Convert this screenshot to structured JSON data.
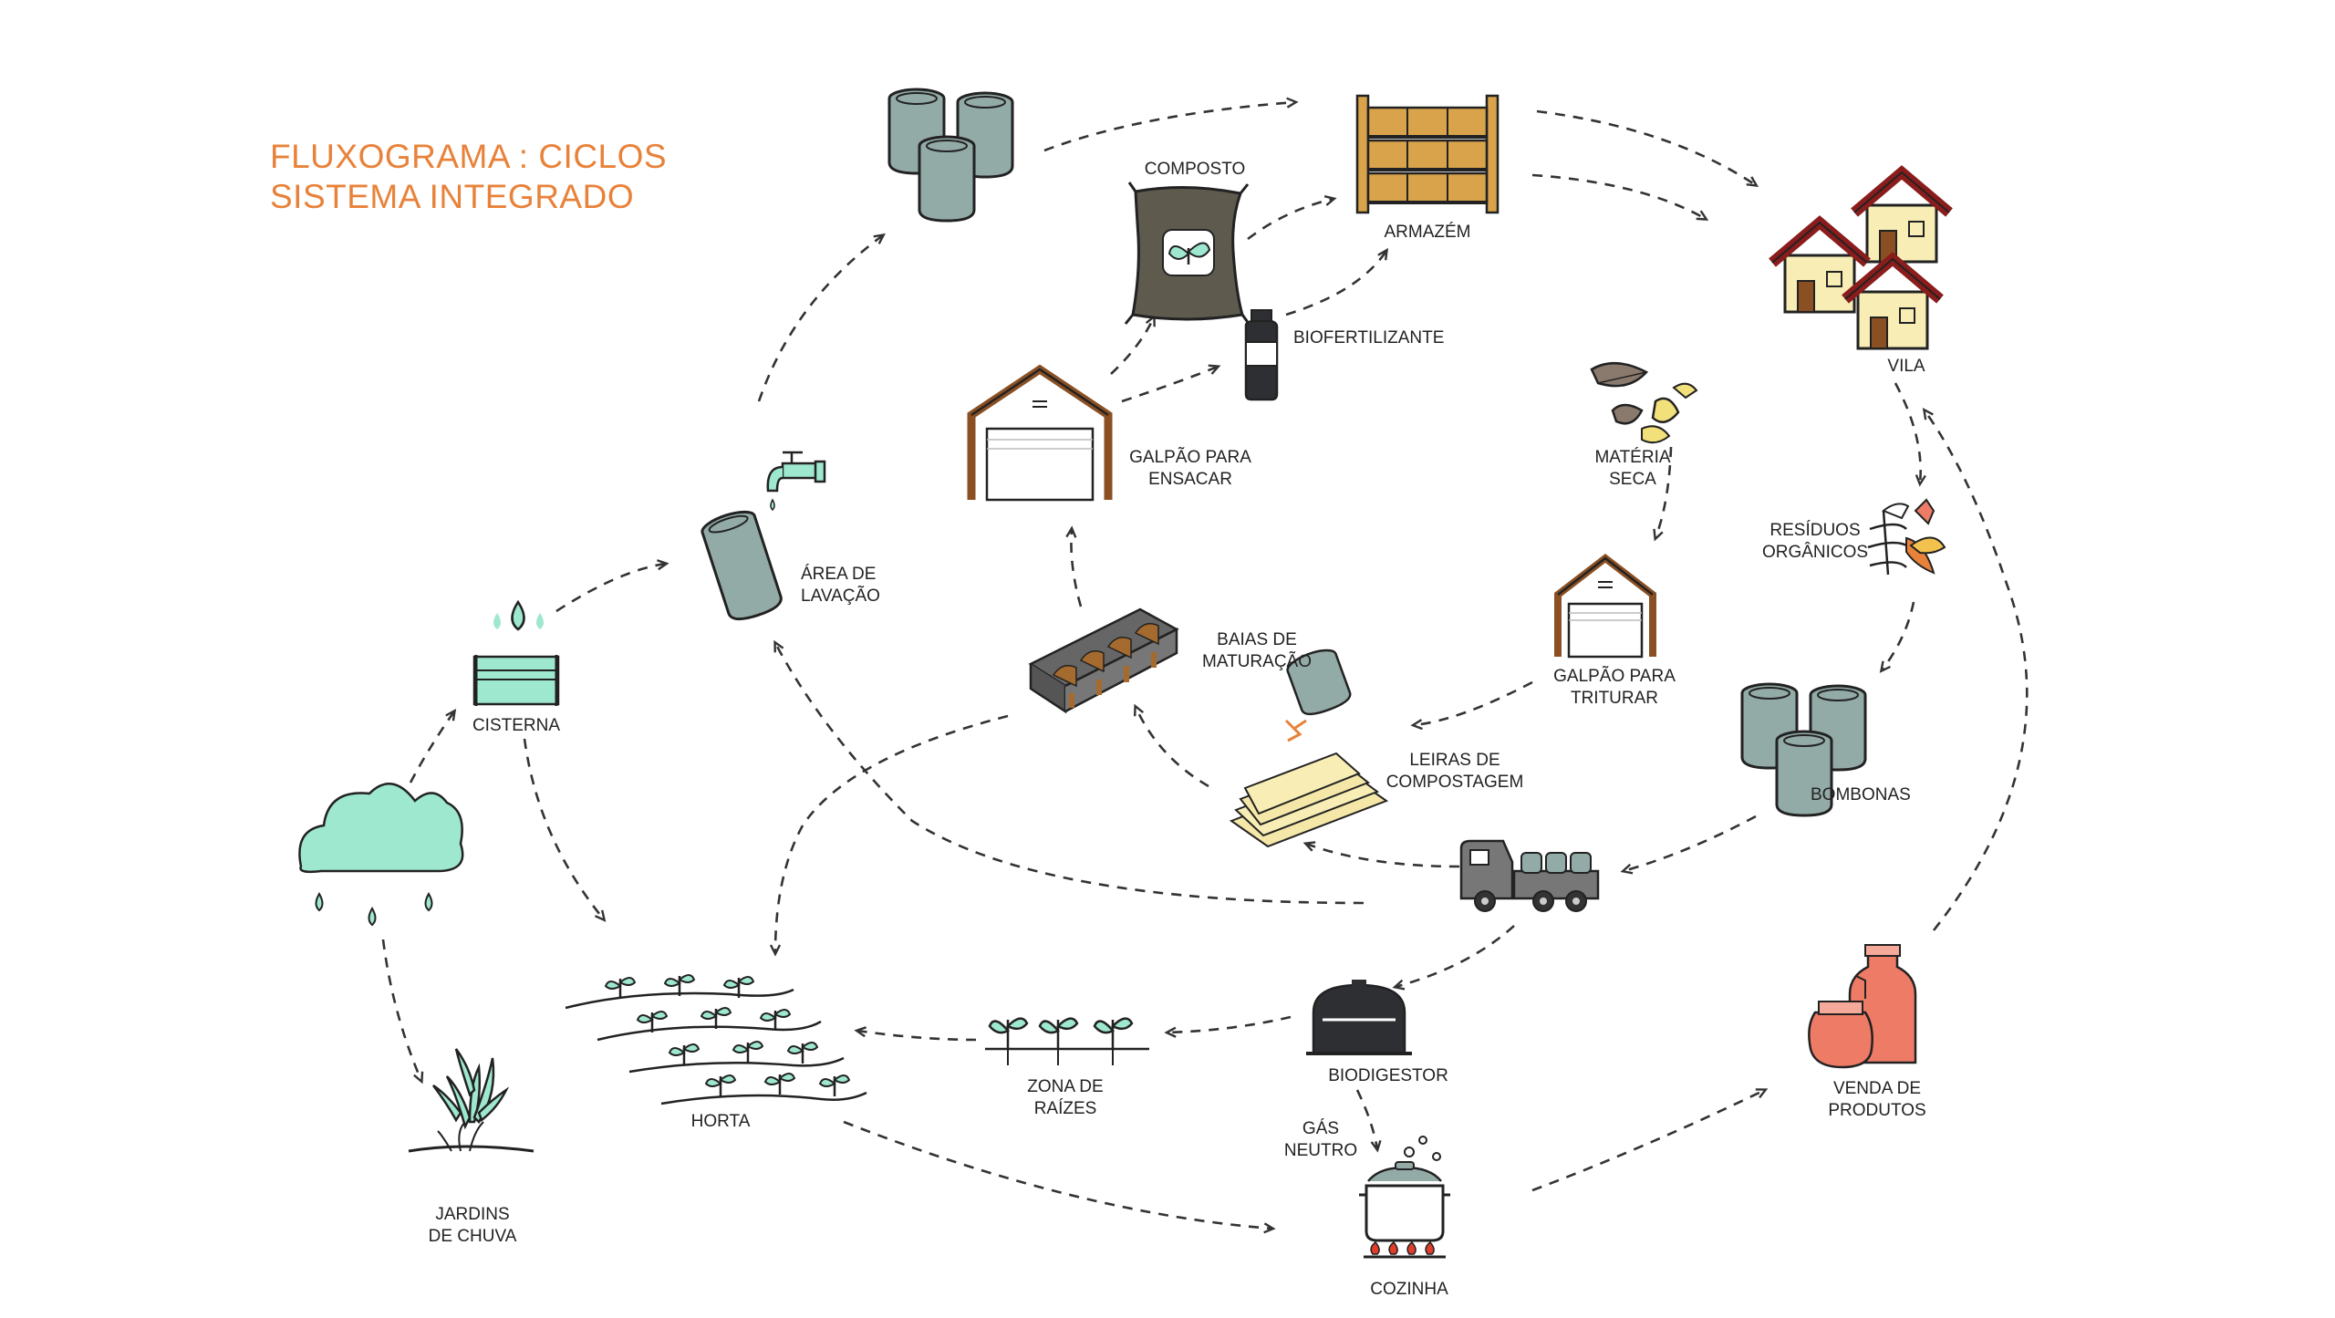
{
  "title": {
    "line1": "FLUXOGRAMA : CICLOS",
    "line2": "SISTEMA INTEGRADO"
  },
  "colors": {
    "title": "#e8823a",
    "water": "#9ee8d0",
    "barrel": "#93aba7",
    "roof": "#8a1c1c",
    "house_wall": "#f7edb5",
    "shed_wood": "#8a4f22",
    "crate": "#d8a34a",
    "product": "#ee7b66",
    "arrow": "#333333"
  },
  "nodes": {
    "composto": "COMPOSTO",
    "armazem": "ARMAZÉM",
    "biofertilizante": "BIOFERTILIZANTE",
    "vila": "VILA",
    "galpao_ensacar": [
      "GALPÃO PARA",
      "ENSACAR"
    ],
    "materia_seca": [
      "MATÉRIA",
      "SECA"
    ],
    "residuos": [
      "RESÍDUOS",
      "ORGÂNICOS"
    ],
    "area_lavacao": [
      "ÁREA DE",
      "LAVAÇÃO"
    ],
    "cisterna": "CISTERNA",
    "baias": [
      "BAIAS DE",
      "MATURAÇÃO"
    ],
    "galpao_triturar": [
      "GALPÃO PARA",
      "TRITURAR"
    ],
    "leiras": [
      "LEIRAS DE",
      "COMPOSTAGEM"
    ],
    "bombonas": "BOMBONAS",
    "horta": "HORTA",
    "zona_raizes": [
      "ZONA DE",
      "RAÍZES"
    ],
    "biodigestor": "BIODIGESTOR",
    "gas_neutro": [
      "GÁS",
      "NEUTRO"
    ],
    "venda": [
      "VENDA DE",
      "PRODUTOS"
    ],
    "jardins": [
      "JARDINS",
      "DE CHUVA"
    ],
    "cozinha": "COZINHA"
  },
  "icons": [
    "barrels-icon",
    "compost-bag-icon",
    "warehouse-shelf-icon",
    "bottle-icon",
    "houses-icon",
    "shed-icon",
    "leaves-icon",
    "organic-waste-icon",
    "faucet-icon",
    "barrel-icon",
    "cistern-icon",
    "rain-cloud-icon",
    "maturation-bays-icon",
    "compost-windrow-icon",
    "truck-icon",
    "sprout-icon",
    "garden-rows-icon",
    "root-zone-icon",
    "biodigester-icon",
    "jars-icon",
    "rain-garden-icon",
    "cooking-pot-icon"
  ]
}
